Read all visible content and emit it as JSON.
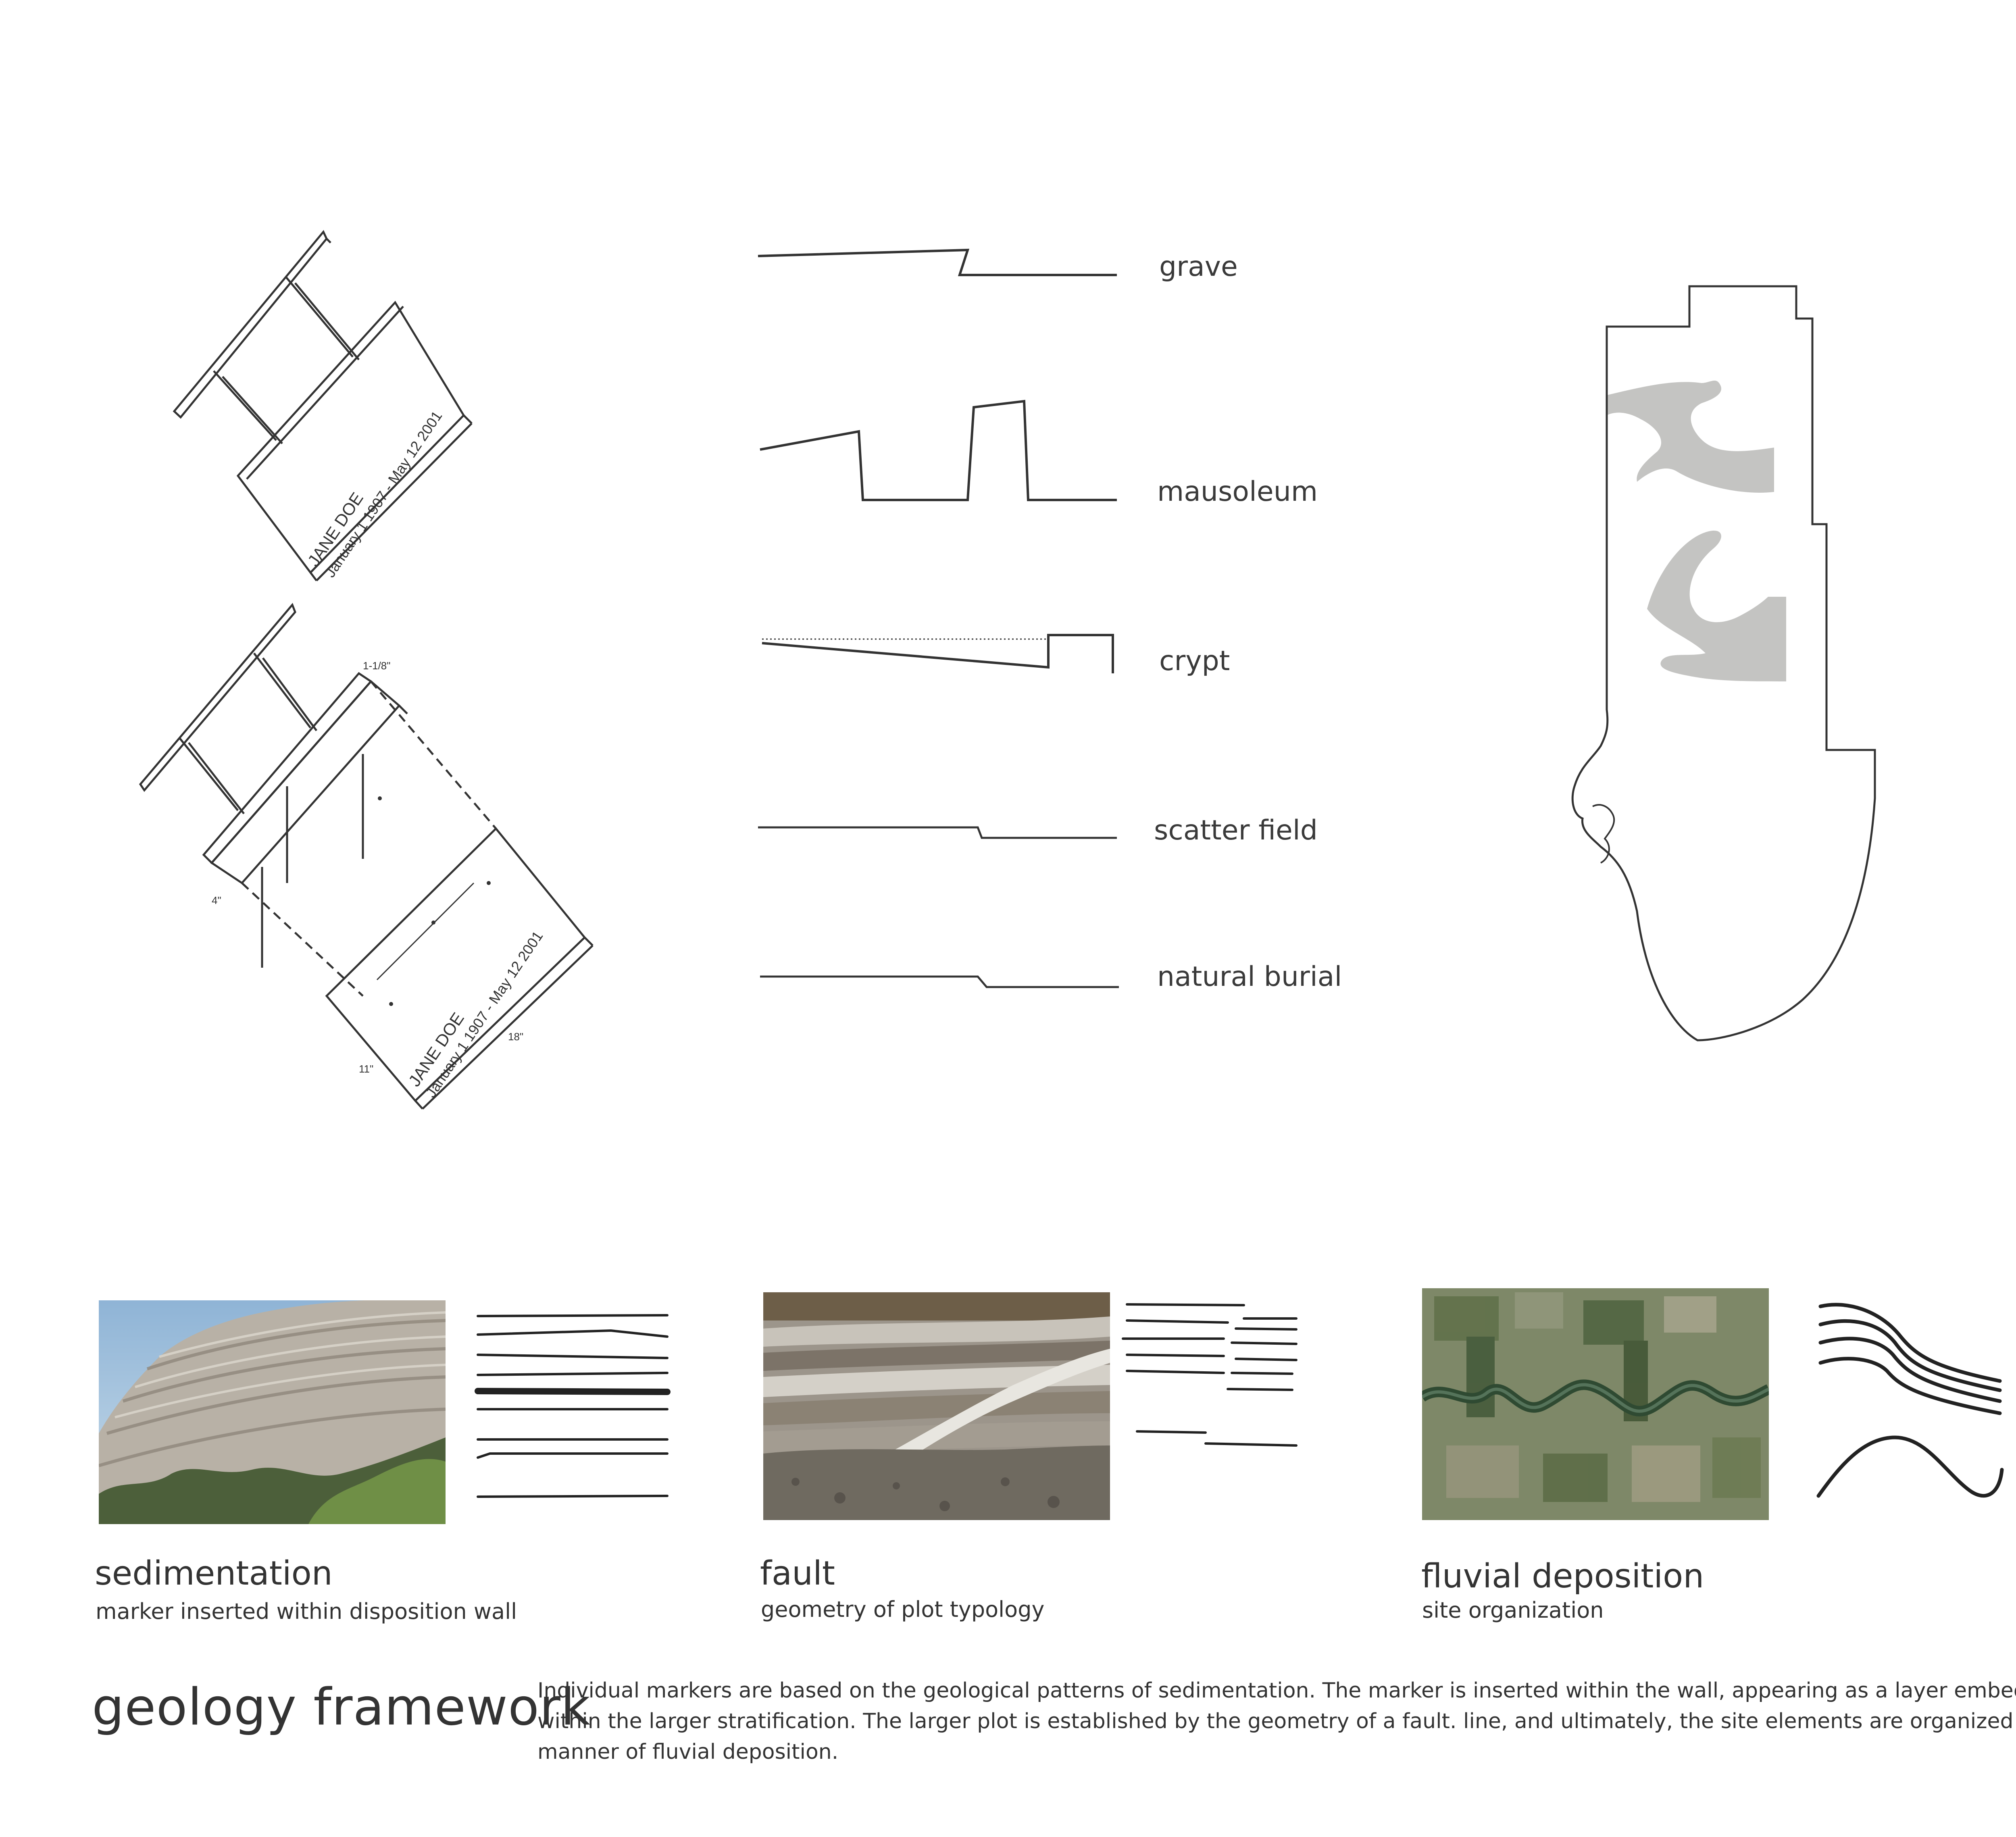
{
  "marker_text": {
    "name": "JANE DOE",
    "dates": "January 1 1907 - May 12 2001"
  },
  "dimensions": {
    "thickness": "1-1/8\"",
    "depth": "4\"",
    "height": "11\"",
    "width": "18\""
  },
  "typologies": [
    {
      "label": "grave"
    },
    {
      "label": "mausoleum"
    },
    {
      "label": "crypt"
    },
    {
      "label": "scatter field"
    },
    {
      "label": "natural burial"
    }
  ],
  "sections": [
    {
      "title": "sedimentation",
      "subtitle": "marker inserted within disposition wall",
      "photo": "cliff-strata-photo"
    },
    {
      "title": "fault",
      "subtitle": "geometry of plot typology",
      "photo": "fault-rock-photo"
    },
    {
      "title": "fluvial deposition",
      "subtitle": "site organization",
      "photo": "river-aerial-photo"
    }
  ],
  "title": "geology framework",
  "description": "Individual markers are based on the geological patterns of sedimentation. The marker is inserted within the wall, appearing as a layer embedded within the larger stratification. The larger plot is established by the geometry of a fault. line, and ultimately, the site elements are organized in the manner of fluvial deposition.",
  "colors": {
    "ink": "#333333",
    "river_fill": "#c4c4c2",
    "sky": "#a9c6df",
    "rock": "#b5ada2",
    "aerial_green": "#4b6240"
  }
}
